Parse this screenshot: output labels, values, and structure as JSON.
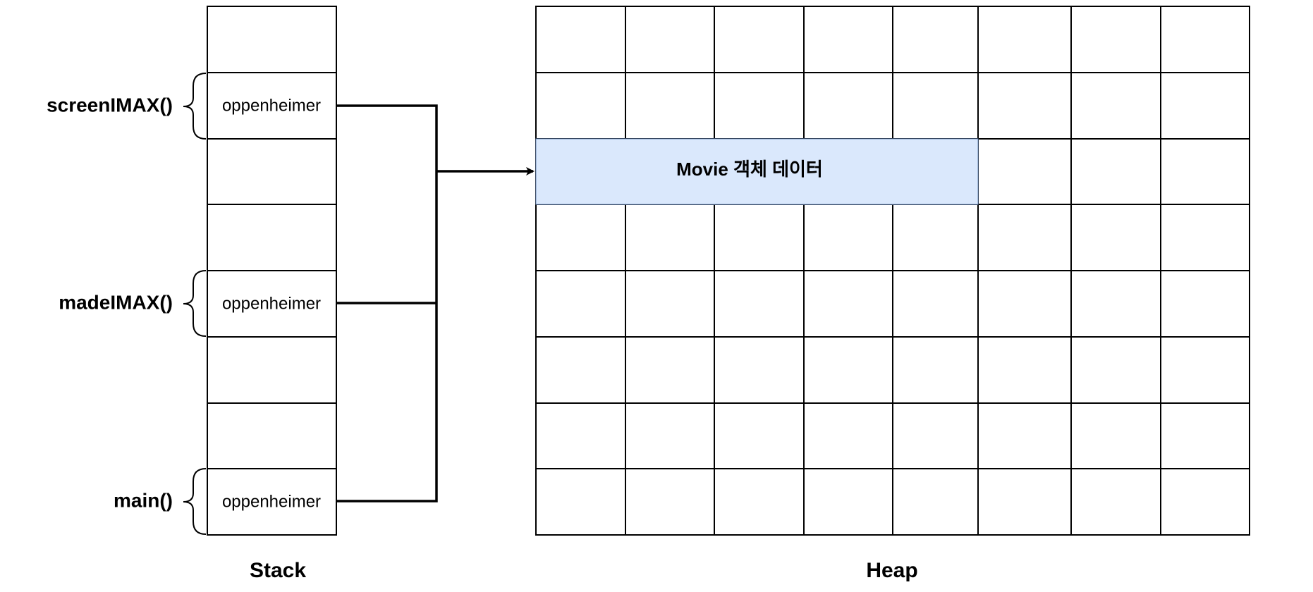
{
  "stack": {
    "title": "Stack",
    "frames": [
      {
        "method": "screenIMAX()",
        "variable": "oppenheimer",
        "color": "#e1d5e7"
      },
      {
        "method": "madeIMAX()",
        "variable": "oppenheimer",
        "color": "#d5e8d4"
      },
      {
        "method": "main()",
        "variable": "oppenheimer",
        "color": "#fff2cc"
      }
    ]
  },
  "heap": {
    "title": "Heap",
    "object_label": "Movie 객체 데이터",
    "object_color": "#dae8fc"
  }
}
